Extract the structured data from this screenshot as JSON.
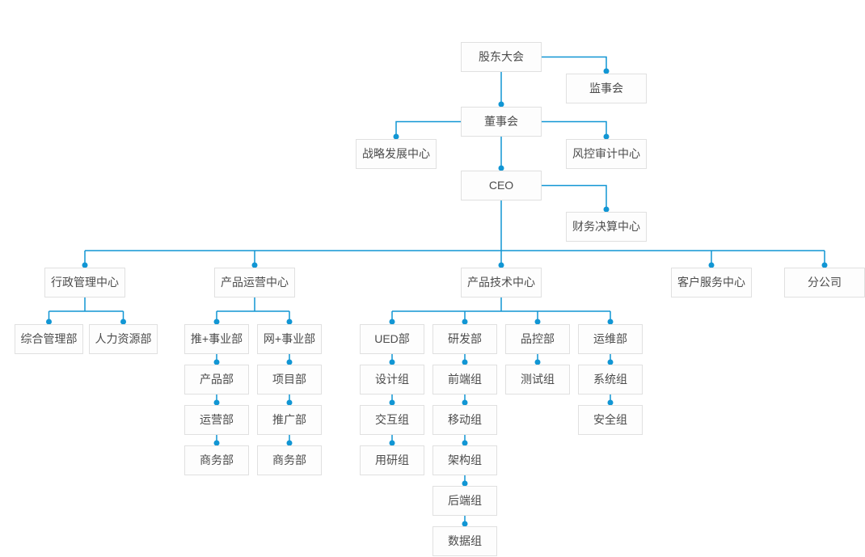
{
  "colors": {
    "line": "#1196d4",
    "border": "#e0e0e0",
    "box_bg": "#fdfdfd",
    "text": "#4c4c4c"
  },
  "nodes": {
    "shareholders": {
      "label": "股东大会"
    },
    "supervisory": {
      "label": "监事会"
    },
    "board": {
      "label": "董事会"
    },
    "strategy": {
      "label": "战略发展中心"
    },
    "risk_audit": {
      "label": "风控审计中心"
    },
    "ceo": {
      "label": "CEO"
    },
    "finance": {
      "label": "财务决算中心"
    },
    "admin_center": {
      "label": "行政管理中心"
    },
    "product_ops_center": {
      "label": "产品运营中心"
    },
    "product_tech_center": {
      "label": "产品技术中心"
    },
    "customer_service": {
      "label": "客户服务中心"
    },
    "branch_company": {
      "label": "分公司"
    },
    "general_mgmt": {
      "label": "综合管理部"
    },
    "hr": {
      "label": "人力资源部"
    },
    "tui_division": {
      "label": "推+事业部"
    },
    "wang_division": {
      "label": "网+事业部"
    },
    "ued_dept": {
      "label": "UED部"
    },
    "rnd_dept": {
      "label": "研发部"
    },
    "qc_dept": {
      "label": "品控部"
    },
    "ops_dept": {
      "label": "运维部"
    },
    "product_dept": {
      "label": "产品部"
    },
    "project_dept": {
      "label": "项目部"
    },
    "design_team": {
      "label": "设计组"
    },
    "frontend_team": {
      "label": "前端组"
    },
    "testing_team": {
      "label": "测试组"
    },
    "system_team": {
      "label": "系统组"
    },
    "operations_dept": {
      "label": "运营部"
    },
    "promotion_dept": {
      "label": "推广部"
    },
    "interaction_team": {
      "label": "交互组"
    },
    "mobile_team": {
      "label": "移动组"
    },
    "security_team": {
      "label": "安全组"
    },
    "business_dept_tui": {
      "label": "商务部"
    },
    "business_dept_wang": {
      "label": "商务部"
    },
    "user_research_team": {
      "label": "用研组"
    },
    "architecture_team": {
      "label": "架构组"
    },
    "backend_team": {
      "label": "后端组"
    },
    "data_team": {
      "label": "数据组"
    }
  },
  "edges": [
    [
      "shareholders",
      "supervisory"
    ],
    [
      "shareholders",
      "board"
    ],
    [
      "board",
      "strategy"
    ],
    [
      "board",
      "risk_audit"
    ],
    [
      "board",
      "ceo"
    ],
    [
      "ceo",
      "finance"
    ],
    [
      "ceo",
      "admin_center"
    ],
    [
      "ceo",
      "product_ops_center"
    ],
    [
      "ceo",
      "product_tech_center"
    ],
    [
      "ceo",
      "customer_service"
    ],
    [
      "ceo",
      "branch_company"
    ],
    [
      "admin_center",
      "general_mgmt"
    ],
    [
      "admin_center",
      "hr"
    ],
    [
      "product_ops_center",
      "tui_division"
    ],
    [
      "product_ops_center",
      "wang_division"
    ],
    [
      "tui_division",
      "product_dept"
    ],
    [
      "product_dept",
      "operations_dept"
    ],
    [
      "operations_dept",
      "business_dept_tui"
    ],
    [
      "wang_division",
      "project_dept"
    ],
    [
      "project_dept",
      "promotion_dept"
    ],
    [
      "promotion_dept",
      "business_dept_wang"
    ],
    [
      "product_tech_center",
      "ued_dept"
    ],
    [
      "product_tech_center",
      "rnd_dept"
    ],
    [
      "product_tech_center",
      "qc_dept"
    ],
    [
      "product_tech_center",
      "ops_dept"
    ],
    [
      "ued_dept",
      "design_team"
    ],
    [
      "design_team",
      "interaction_team"
    ],
    [
      "interaction_team",
      "user_research_team"
    ],
    [
      "rnd_dept",
      "frontend_team"
    ],
    [
      "frontend_team",
      "mobile_team"
    ],
    [
      "mobile_team",
      "architecture_team"
    ],
    [
      "architecture_team",
      "backend_team"
    ],
    [
      "backend_team",
      "data_team"
    ],
    [
      "qc_dept",
      "testing_team"
    ],
    [
      "ops_dept",
      "system_team"
    ],
    [
      "system_team",
      "security_team"
    ]
  ]
}
